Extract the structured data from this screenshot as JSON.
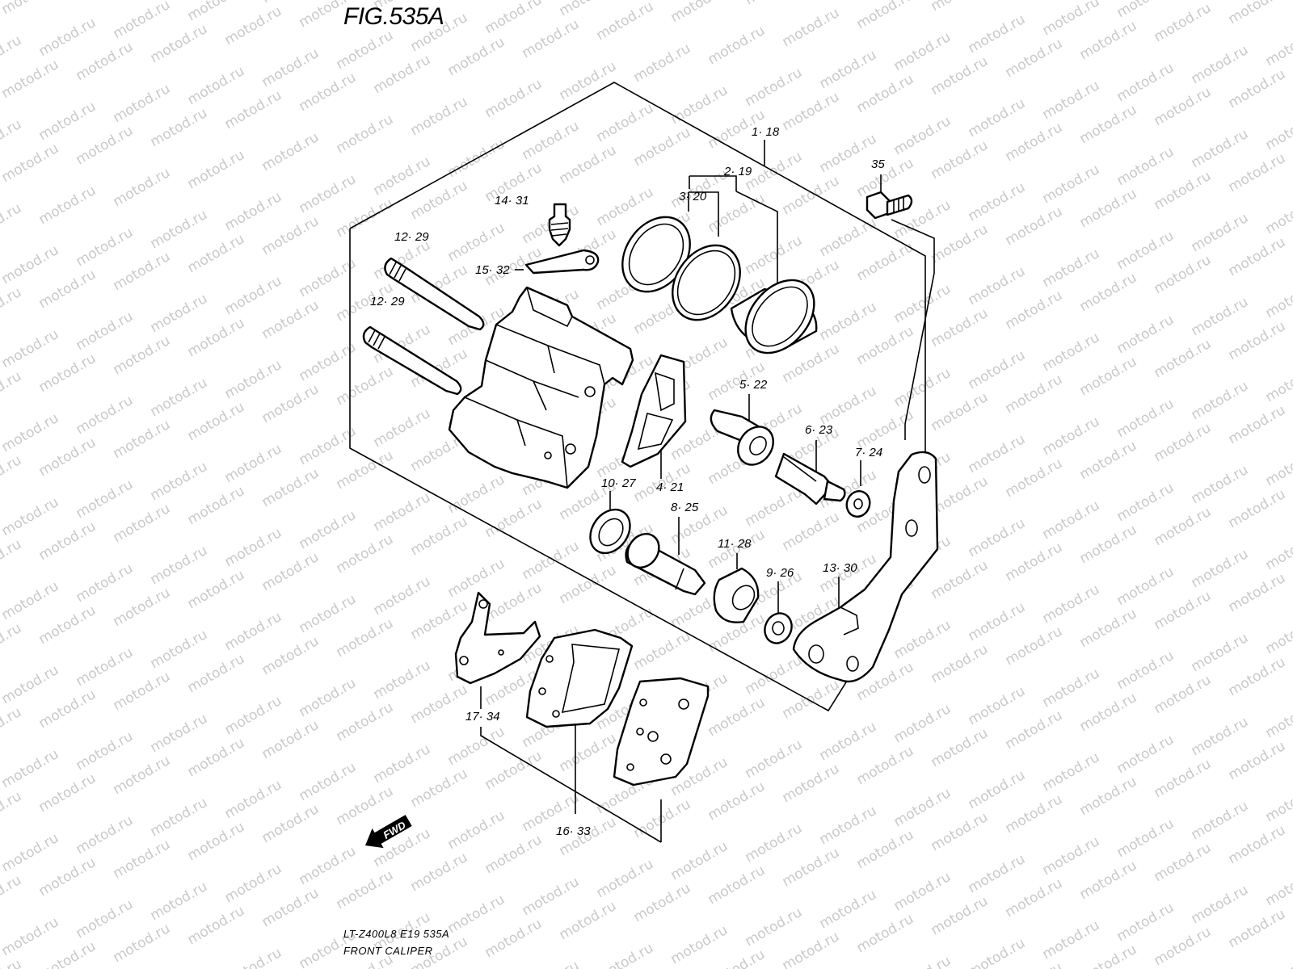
{
  "figure": {
    "title": "FIG.535A",
    "footer_model": "LT-Z400L8  E19  535A",
    "footer_name": "FRONT CALIPER"
  },
  "watermark": {
    "text": "motod.ru",
    "color": "#c9c9c9"
  },
  "fwd_arrow": {
    "text": "FWD"
  },
  "callouts": {
    "p1_18": "1· 18",
    "p2_19": "2· 19",
    "p3_20": "3· 20",
    "p4_21": "4· 21",
    "p5_22": "5· 22",
    "p6_23": "6· 23",
    "p7_24": "7· 24",
    "p8_25": "8· 25",
    "p9_26": "9· 26",
    "p10_27": "10· 27",
    "p11_28": "11· 28",
    "p12_29a": "12· 29",
    "p12_29b": "12· 29",
    "p13_30": "13· 30",
    "p14_31": "14· 31",
    "p15_32": "15· 32",
    "p16_33": "16· 33",
    "p17_34": "17· 34",
    "p35": "35"
  }
}
